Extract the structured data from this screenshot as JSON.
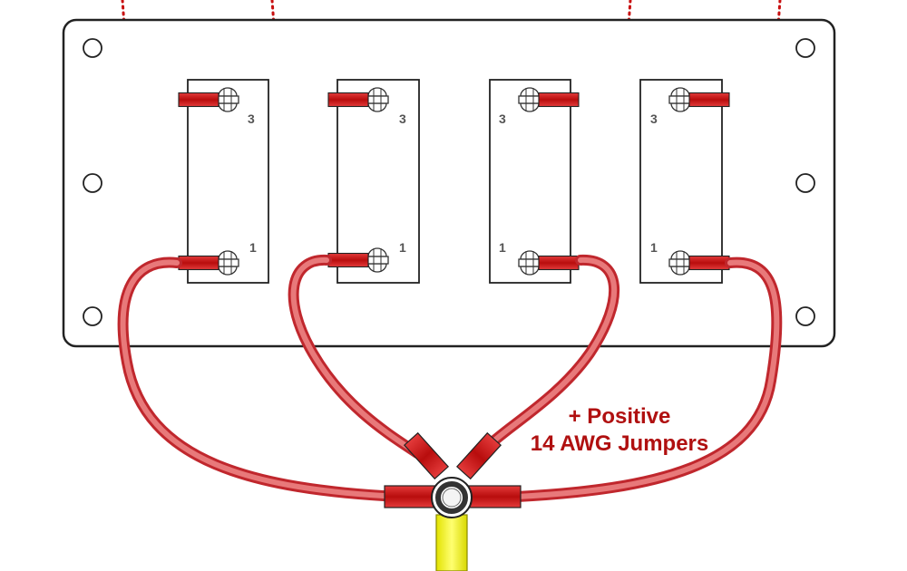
{
  "annotation": {
    "line1": "+ Positive",
    "line2": "14 AWG Jumpers"
  },
  "switches": [
    {
      "top_label": "3",
      "bottom_label": "1"
    },
    {
      "top_label": "3",
      "bottom_label": "1"
    },
    {
      "top_label": "3",
      "bottom_label": "1"
    },
    {
      "top_label": "3",
      "bottom_label": "1"
    }
  ],
  "colors": {
    "wire": "#d9534f",
    "wire_dark": "#c0272d",
    "connector": "#c81010",
    "annotation": "#b01010",
    "feed_wire": "#f2f20a",
    "panel_border": "#222222"
  }
}
